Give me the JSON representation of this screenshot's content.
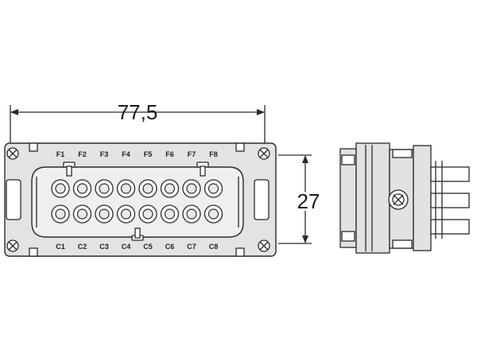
{
  "dimensions": {
    "width_label": "77,5",
    "height_label": "27"
  },
  "top_pins": [
    "F1",
    "F2",
    "F3",
    "F4",
    "F5",
    "F6",
    "F7",
    "F8"
  ],
  "bottom_pins": [
    "C1",
    "C2",
    "C3",
    "C4",
    "C5",
    "C6",
    "C7",
    "C8"
  ],
  "icons": {
    "mounting_screw": "screw-icon",
    "dimension_arrow": "arrow-icon"
  },
  "colors": {
    "line": "#2a2a2a",
    "body_fill": "#e3e3e3",
    "hole_fill": "#ffffff"
  }
}
